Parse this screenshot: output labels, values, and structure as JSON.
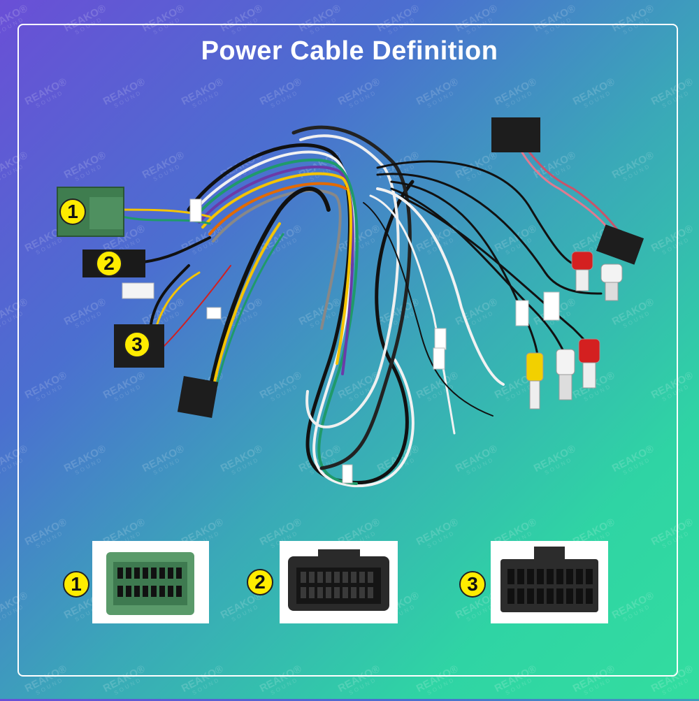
{
  "title": "Power Cable Definition",
  "watermark": {
    "brand": "REAKO®",
    "sub": "SOUND"
  },
  "badges": {
    "one": "1",
    "two": "2",
    "three": "3"
  },
  "colors": {
    "badge": "#ffec00",
    "frame": "#ffffff",
    "connector_green": "#3f7d4f"
  }
}
